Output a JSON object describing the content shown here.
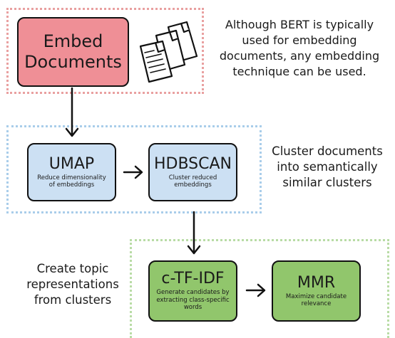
{
  "boxes": {
    "embed": {
      "line1": "Embed",
      "line2": "Documents"
    },
    "umap": {
      "title": "UMAP",
      "sub1": "Reduce dimensionality",
      "sub2": "of embeddings"
    },
    "hdbscan": {
      "title": "HDBSCAN",
      "sub1": "Cluster reduced",
      "sub2": "embeddings"
    },
    "ctfidf": {
      "title": "c-TF-IDF",
      "sub1": "Generate candidates by",
      "sub2": "extracting class-specific",
      "sub3": "words"
    },
    "mmr": {
      "title": "MMR",
      "sub1": "Maximize candidate",
      "sub2": "relevance"
    }
  },
  "notes": {
    "bert": [
      "Although BERT is typically",
      "used for embedding",
      "documents, any embedding",
      "technique can be used."
    ],
    "cluster": [
      "Cluster documents",
      "into semantically",
      "similar clusters"
    ],
    "topic": [
      "Create topic",
      "representations",
      "from clusters"
    ]
  },
  "colors": {
    "embed_fill": "#ef8f96",
    "embed_region": "#e9a0a0",
    "cluster_fill": "#cce0f3",
    "cluster_region": "#a9cdea",
    "topic_fill": "#91c66c",
    "topic_region": "#b9dca6"
  },
  "icons": [
    "documents-icon"
  ]
}
